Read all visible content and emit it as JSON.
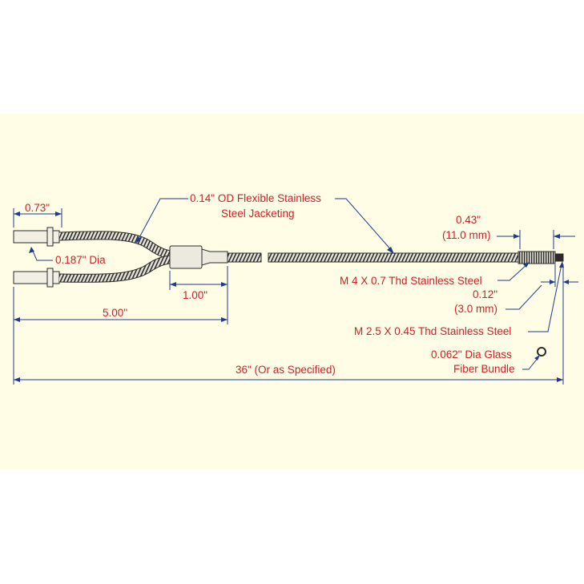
{
  "colors": {
    "background": "#fffde6",
    "label": "#d0202a",
    "dimension_line": "#1f3c8c",
    "metal_light": "#e8e6da",
    "metal_dark": "#2b2b2b"
  },
  "labels": {
    "dim_073": "0.73\"",
    "dia_0187": "0.187\" Dia",
    "dim_100": "1.00\"",
    "dim_500": "5.00\"",
    "jacket_line1": "0.14\" OD Flexible Stainless",
    "jacket_line2": "Steel Jacketing",
    "dim_043": "0.43\"",
    "dim_043_mm": "(11.0 mm)",
    "thread_m4": "M 4 X 0.7 Thd Stainless Steel",
    "dim_012": "0.12\"",
    "dim_012_mm": "(3.0 mm)",
    "thread_m25": "M 2.5 X 0.45 Thd Stainless Steel",
    "bundle_line1": "0.062\" Dia Glass",
    "bundle_line2": "Fiber Bundle",
    "dim_36": "36\" (Or as Specified)"
  }
}
